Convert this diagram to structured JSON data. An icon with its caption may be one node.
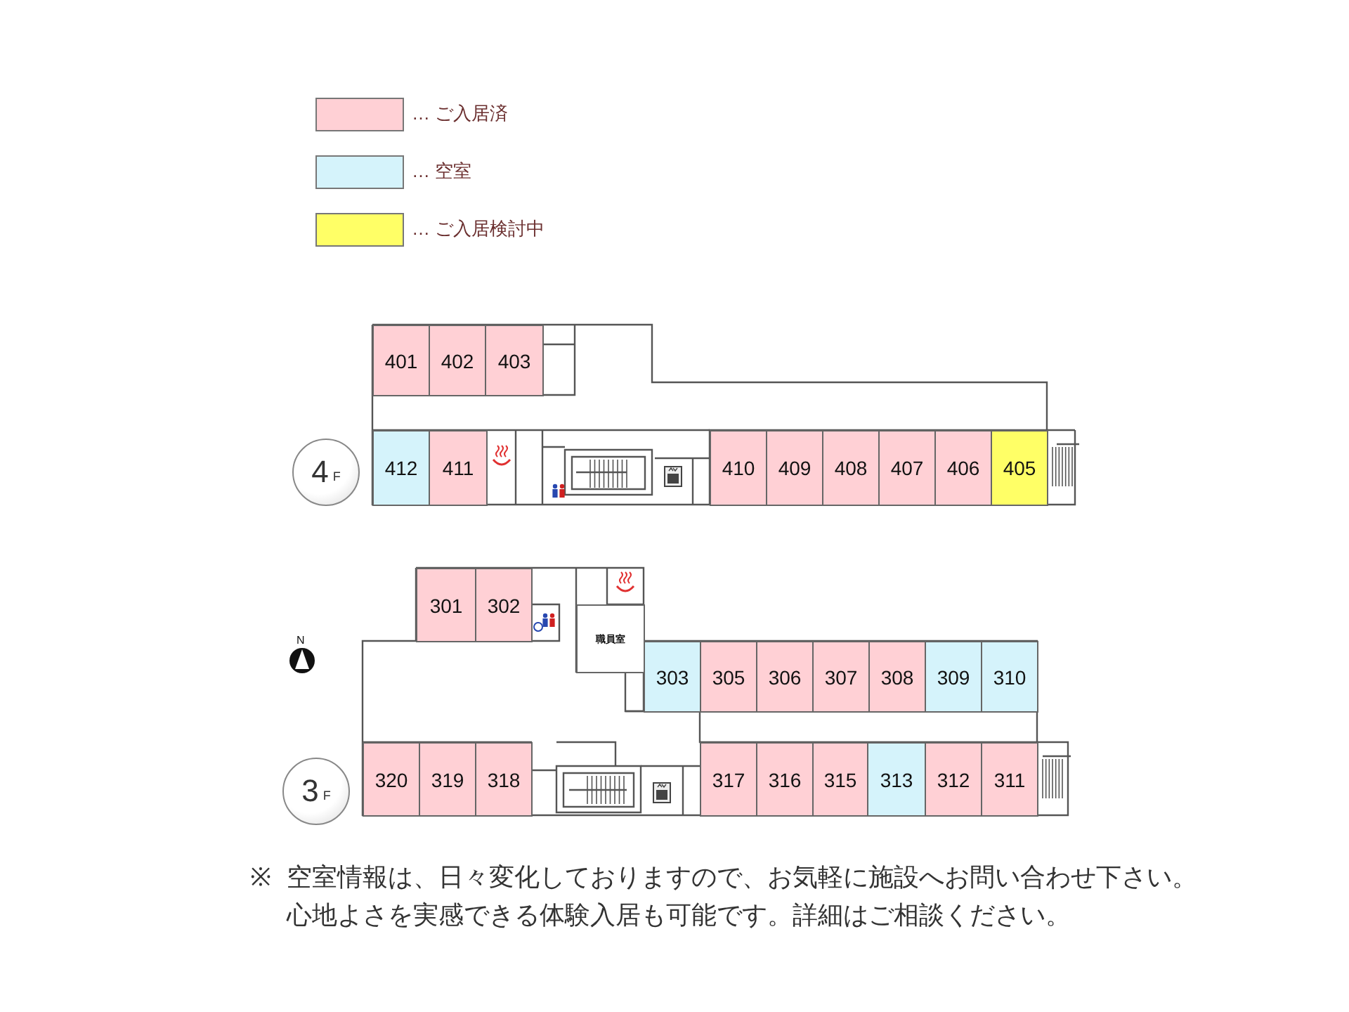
{
  "diagram": {
    "nodes": [
      {
        "text": [
          "401"
        ]
      },
      {
        "text": [
          "402"
        ]
      },
      {
        "text": [
          "403"
        ]
      },
      {
        "text": [
          "4",
          "F"
        ]
      },
      {
        "text": [
          "412"
        ]
      },
      {
        "text": [
          "411"
        ]
      },
      {
        "text": [
          "410"
        ]
      },
      {
        "text": [
          "409"
        ]
      },
      {
        "text": [
          "408"
        ]
      },
      {
        "text": [
          "407"
        ]
      },
      {
        "text": [
          "406"
        ]
      },
      {
        "text": [
          "405"
        ]
      },
      {
        "text": [
          "301"
        ]
      },
      {
        "text": [
          "302"
        ]
      },
      {
        "text": [
          "職員室"
        ]
      },
      {
        "text": [
          "303"
        ]
      },
      {
        "text": [
          "305"
        ]
      },
      {
        "text": [
          "306"
        ]
      },
      {
        "text": [
          "307"
        ]
      },
      {
        "text": [
          "308"
        ]
      },
      {
        "text": [
          "309"
        ]
      },
      {
        "text": [
          "310"
        ]
      },
      {
        "text": [
          "3",
          "F"
        ]
      },
      {
        "text": [
          "320"
        ]
      },
      {
        "text": [
          "319"
        ]
      },
      {
        "text": [
          "318"
        ]
      },
      {
        "text": [
          "317"
        ]
      },
      {
        "text": [
          "316"
        ]
      },
      {
        "text": [
          "315"
        ]
      },
      {
        "text": [
          "313"
        ]
      },
      {
        "text": [
          "312"
        ]
      },
      {
        "text": [
          "311"
        ]
      }
    ],
    "labels": [
      "N",
      "※",
      "空室情報は、日々変化しておりますので、お気軽に施設へお問い合わせ下さい。",
      "心地よさを実感できる体験入居も可能です。詳細はご相談ください。"
    ],
    "legend": [
      {
        "text": "… ご入居済",
        "color": "#ffd0d5"
      },
      {
        "text": "… 空室",
        "color": "#d5f3fb"
      },
      {
        "text": "… ご入居検討中",
        "color": "#ffff66"
      }
    ]
  }
}
